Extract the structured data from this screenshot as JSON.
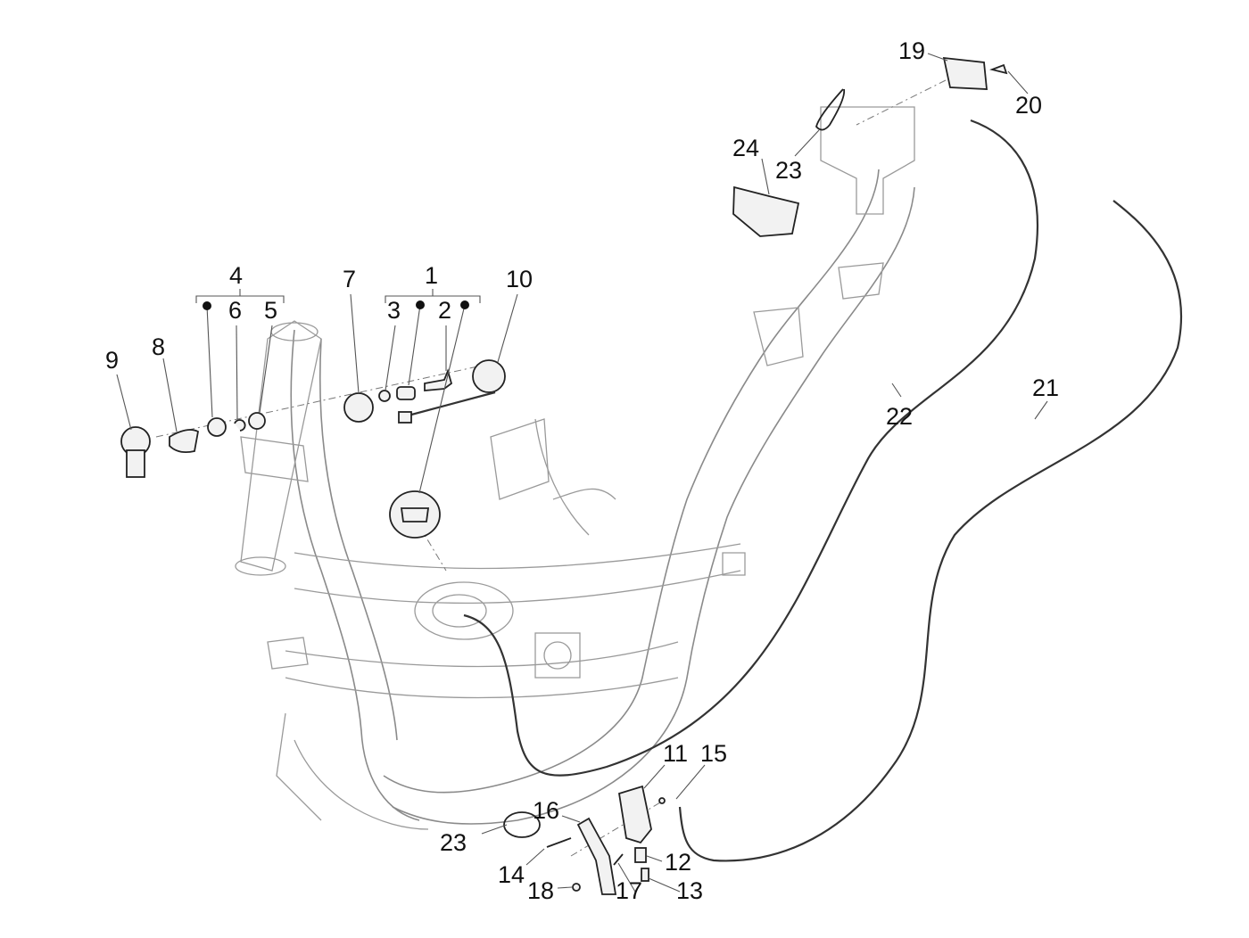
{
  "diagram": {
    "type": "exploded-parts-diagram",
    "subject": "scooter frame with lock and seat-release components",
    "callouts": [
      {
        "id": "1",
        "label": "1"
      },
      {
        "id": "2",
        "label": "2"
      },
      {
        "id": "3",
        "label": "3"
      },
      {
        "id": "4",
        "label": "4"
      },
      {
        "id": "5",
        "label": "5"
      },
      {
        "id": "6",
        "label": "6"
      },
      {
        "id": "7",
        "label": "7"
      },
      {
        "id": "8",
        "label": "8"
      },
      {
        "id": "9",
        "label": "9"
      },
      {
        "id": "10",
        "label": "10"
      },
      {
        "id": "11",
        "label": "11"
      },
      {
        "id": "12",
        "label": "12"
      },
      {
        "id": "13",
        "label": "13"
      },
      {
        "id": "14",
        "label": "14"
      },
      {
        "id": "15",
        "label": "15"
      },
      {
        "id": "16",
        "label": "16"
      },
      {
        "id": "17",
        "label": "17"
      },
      {
        "id": "18",
        "label": "18"
      },
      {
        "id": "19",
        "label": "19"
      },
      {
        "id": "20",
        "label": "20"
      },
      {
        "id": "21",
        "label": "21"
      },
      {
        "id": "22",
        "label": "22"
      },
      {
        "id": "23a",
        "label": "23"
      },
      {
        "id": "23b",
        "label": "23"
      },
      {
        "id": "24",
        "label": "24"
      }
    ],
    "groups": [
      {
        "label": "4",
        "members": [
          "dot",
          "6",
          "5"
        ]
      },
      {
        "label": "1",
        "members": [
          "3",
          "dot",
          "2",
          "dot"
        ]
      }
    ]
  }
}
